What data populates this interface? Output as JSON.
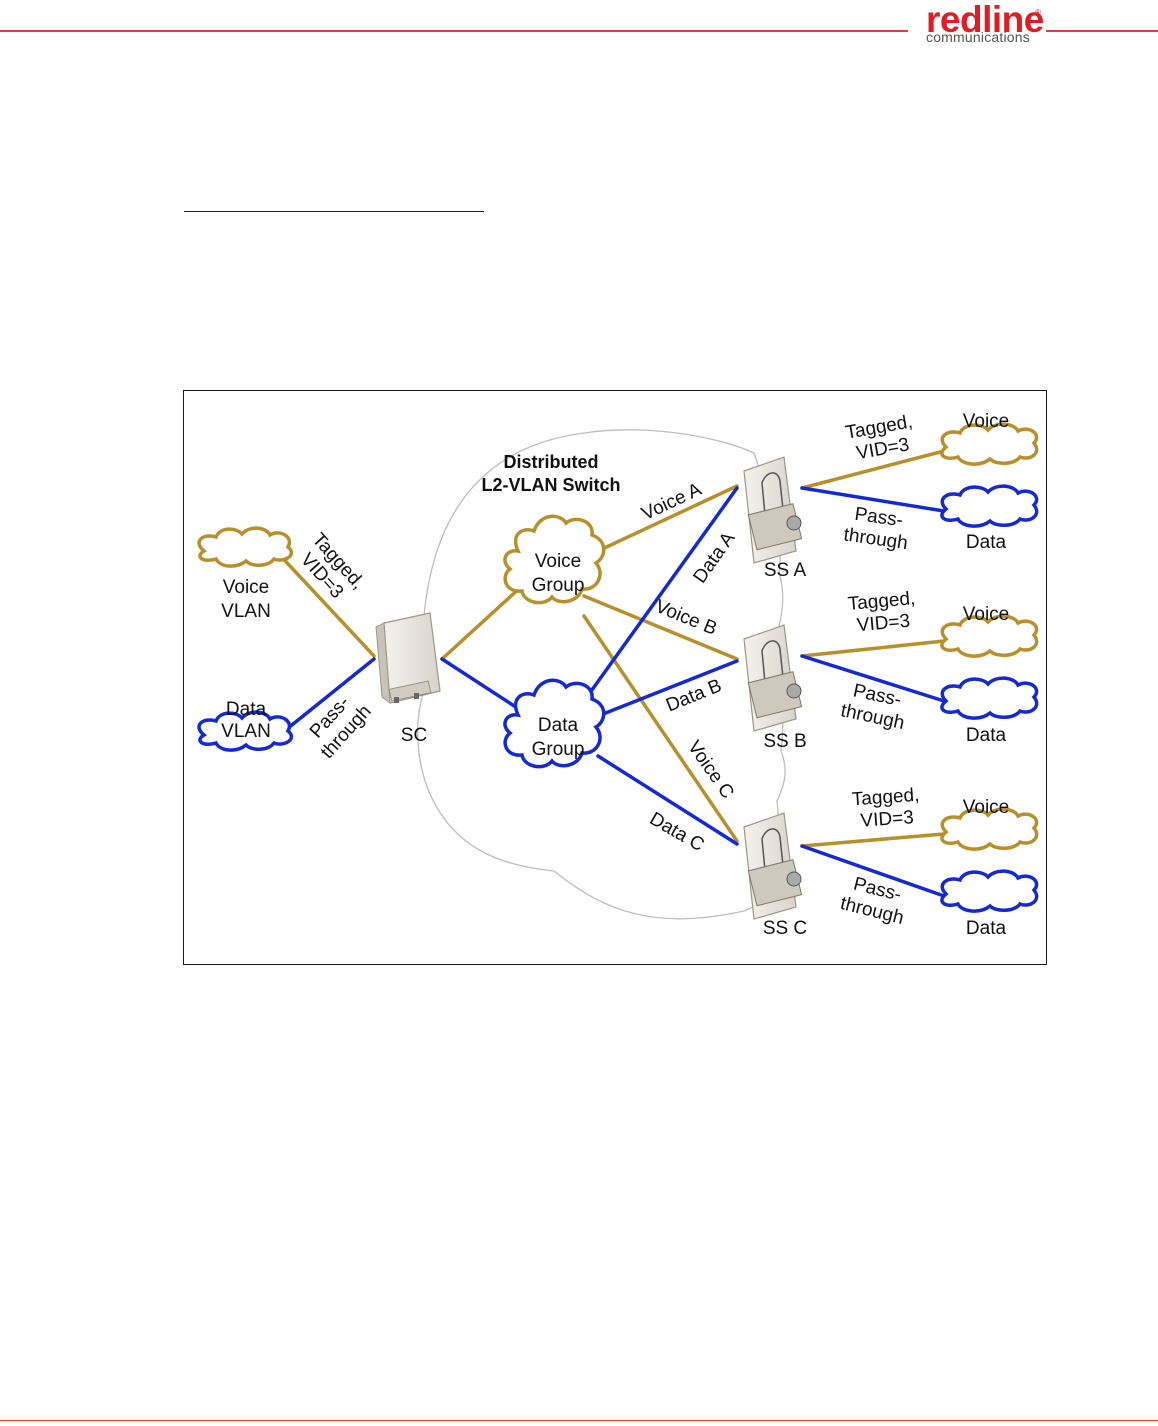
{
  "header": {
    "logo_word": "redline",
    "logo_mark": "®",
    "logo_sub": "communications"
  },
  "colors": {
    "accent": "#e31b23",
    "voice_link": "#b8902a",
    "data_link": "#1428d8",
    "switch_outline": "#bdbdbd"
  },
  "figure": {
    "switch_title_1": "Distributed",
    "switch_title_2": "L2-VLAN Switch",
    "left": {
      "voice_cloud_1": "Voice",
      "voice_cloud_2": "VLAN",
      "data_cloud_1": "Data",
      "data_cloud_2": "VLAN",
      "tagged_1": "Tagged,",
      "tagged_2": "VID=3",
      "pass_1": "Pass-",
      "pass_2": "through"
    },
    "sc_label": "SC",
    "voice_group_1": "Voice",
    "voice_group_2": "Group",
    "data_group_1": "Data",
    "data_group_2": "Group",
    "links": {
      "voice_a": "Voice A",
      "data_a": "Data A",
      "voice_b": "Voice B",
      "data_b": "Data B",
      "voice_c": "Voice C",
      "data_c": "Data C"
    },
    "subscribers": [
      {
        "name": "SS A",
        "tagged_1": "Tagged,",
        "tagged_2": "VID=3",
        "pass_1": "Pass-",
        "pass_2": "through",
        "voice": "Voice",
        "data": "Data"
      },
      {
        "name": "SS B",
        "tagged_1": "Tagged,",
        "tagged_2": "VID=3",
        "pass_1": "Pass-",
        "pass_2": "through",
        "voice": "Voice",
        "data": "Data"
      },
      {
        "name": "SS C",
        "tagged_1": "Tagged,",
        "tagged_2": "VID=3",
        "pass_1": "Pass-",
        "pass_2": "through",
        "voice": "Voice",
        "data": "Data"
      }
    ]
  }
}
